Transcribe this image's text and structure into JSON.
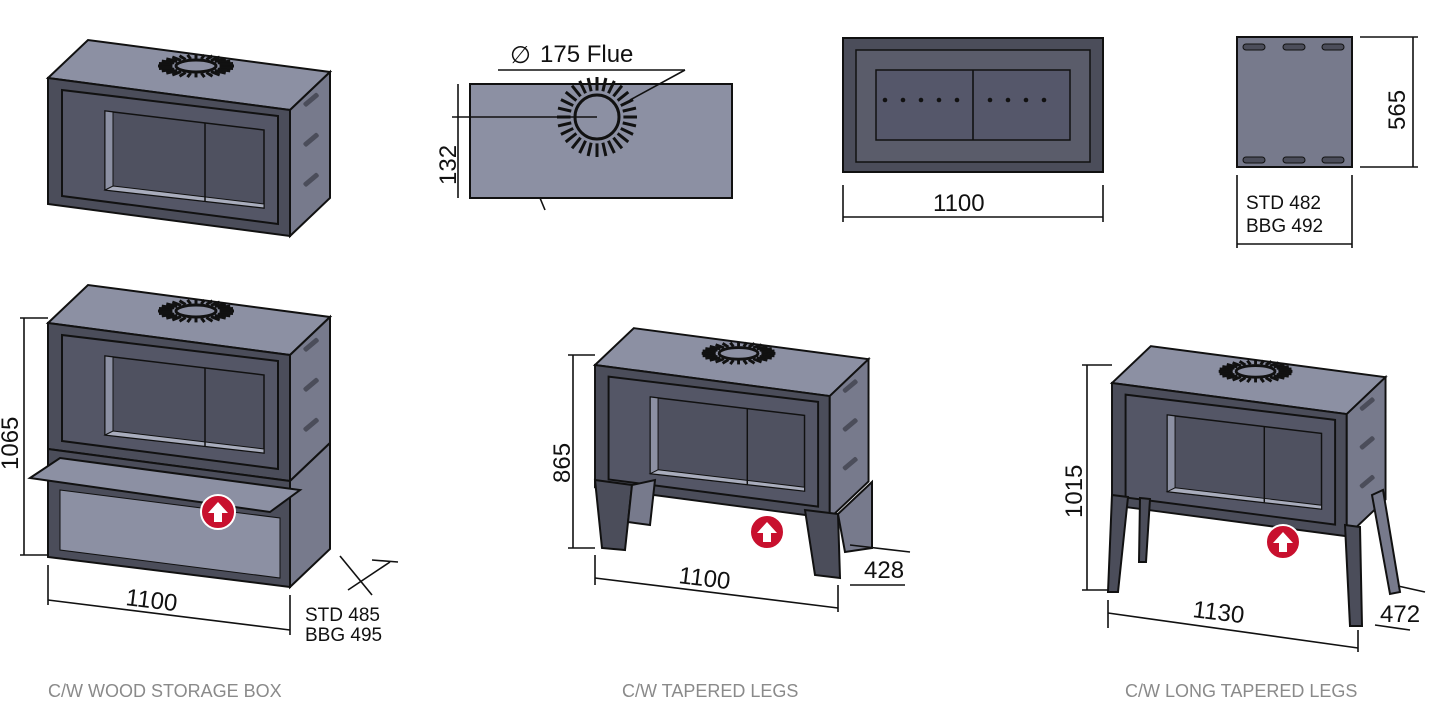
{
  "views": {
    "top_view": {
      "flue_label": "175 Flue",
      "flue_symbol": "∅",
      "dim_height": "132"
    },
    "front_view": {
      "dim_width": "1100"
    },
    "side_view": {
      "dim_height": "565",
      "std_label": "STD  482",
      "bbg_label": "BBG 492"
    }
  },
  "variants": [
    {
      "caption": "C/W WOOD STORAGE BOX",
      "height": "1065",
      "width": "1100",
      "std_label": "STD  485",
      "bbg_label": "BBG 495"
    },
    {
      "caption": "C/W TAPERED LEGS",
      "height": "865",
      "width": "1100",
      "depth": "428"
    },
    {
      "caption": "C/W LONG TAPERED LEGS",
      "height": "1015",
      "width": "1130",
      "depth": "472"
    }
  ],
  "colors": {
    "top": "#8c90a3",
    "front": "#4b4d5a",
    "side": "#777a8c",
    "accent": "#c8102e"
  }
}
